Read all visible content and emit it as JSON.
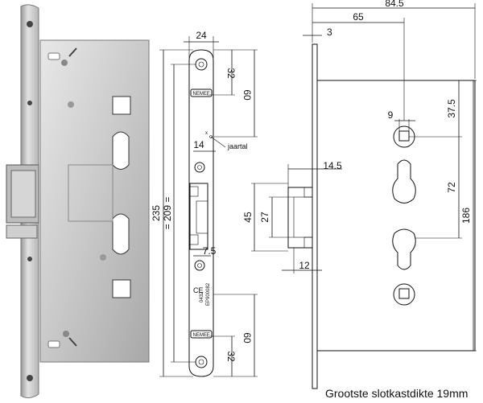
{
  "caption": "Grootste slotkastdikte 19mm",
  "brand_mark": "NEMEF",
  "faceplate_labels": {
    "width": "24",
    "top_offset_32": "32",
    "top_offset_60": "60",
    "bottom_offset_32": "32",
    "bottom_offset_60": "60",
    "total_height": "235",
    "hole_spacing": "= 209 =",
    "latch_offset": "14",
    "small_offset": "7.5",
    "year_label": "jaartal",
    "ce_mark": "CE",
    "cert_code_a": "0432",
    "cert_code_b": "EP900082"
  },
  "side_labels": {
    "overall_depth": "84.5",
    "backset": "65",
    "plate_thickness": "3",
    "latch_projection": "14.5",
    "latch_height_outer": "45",
    "latch_height_inner": "27",
    "latch_width": "12",
    "square_offset": "9",
    "top_to_spindle": "37.5",
    "spindle_to_cylinder": "72",
    "case_height": "186"
  }
}
